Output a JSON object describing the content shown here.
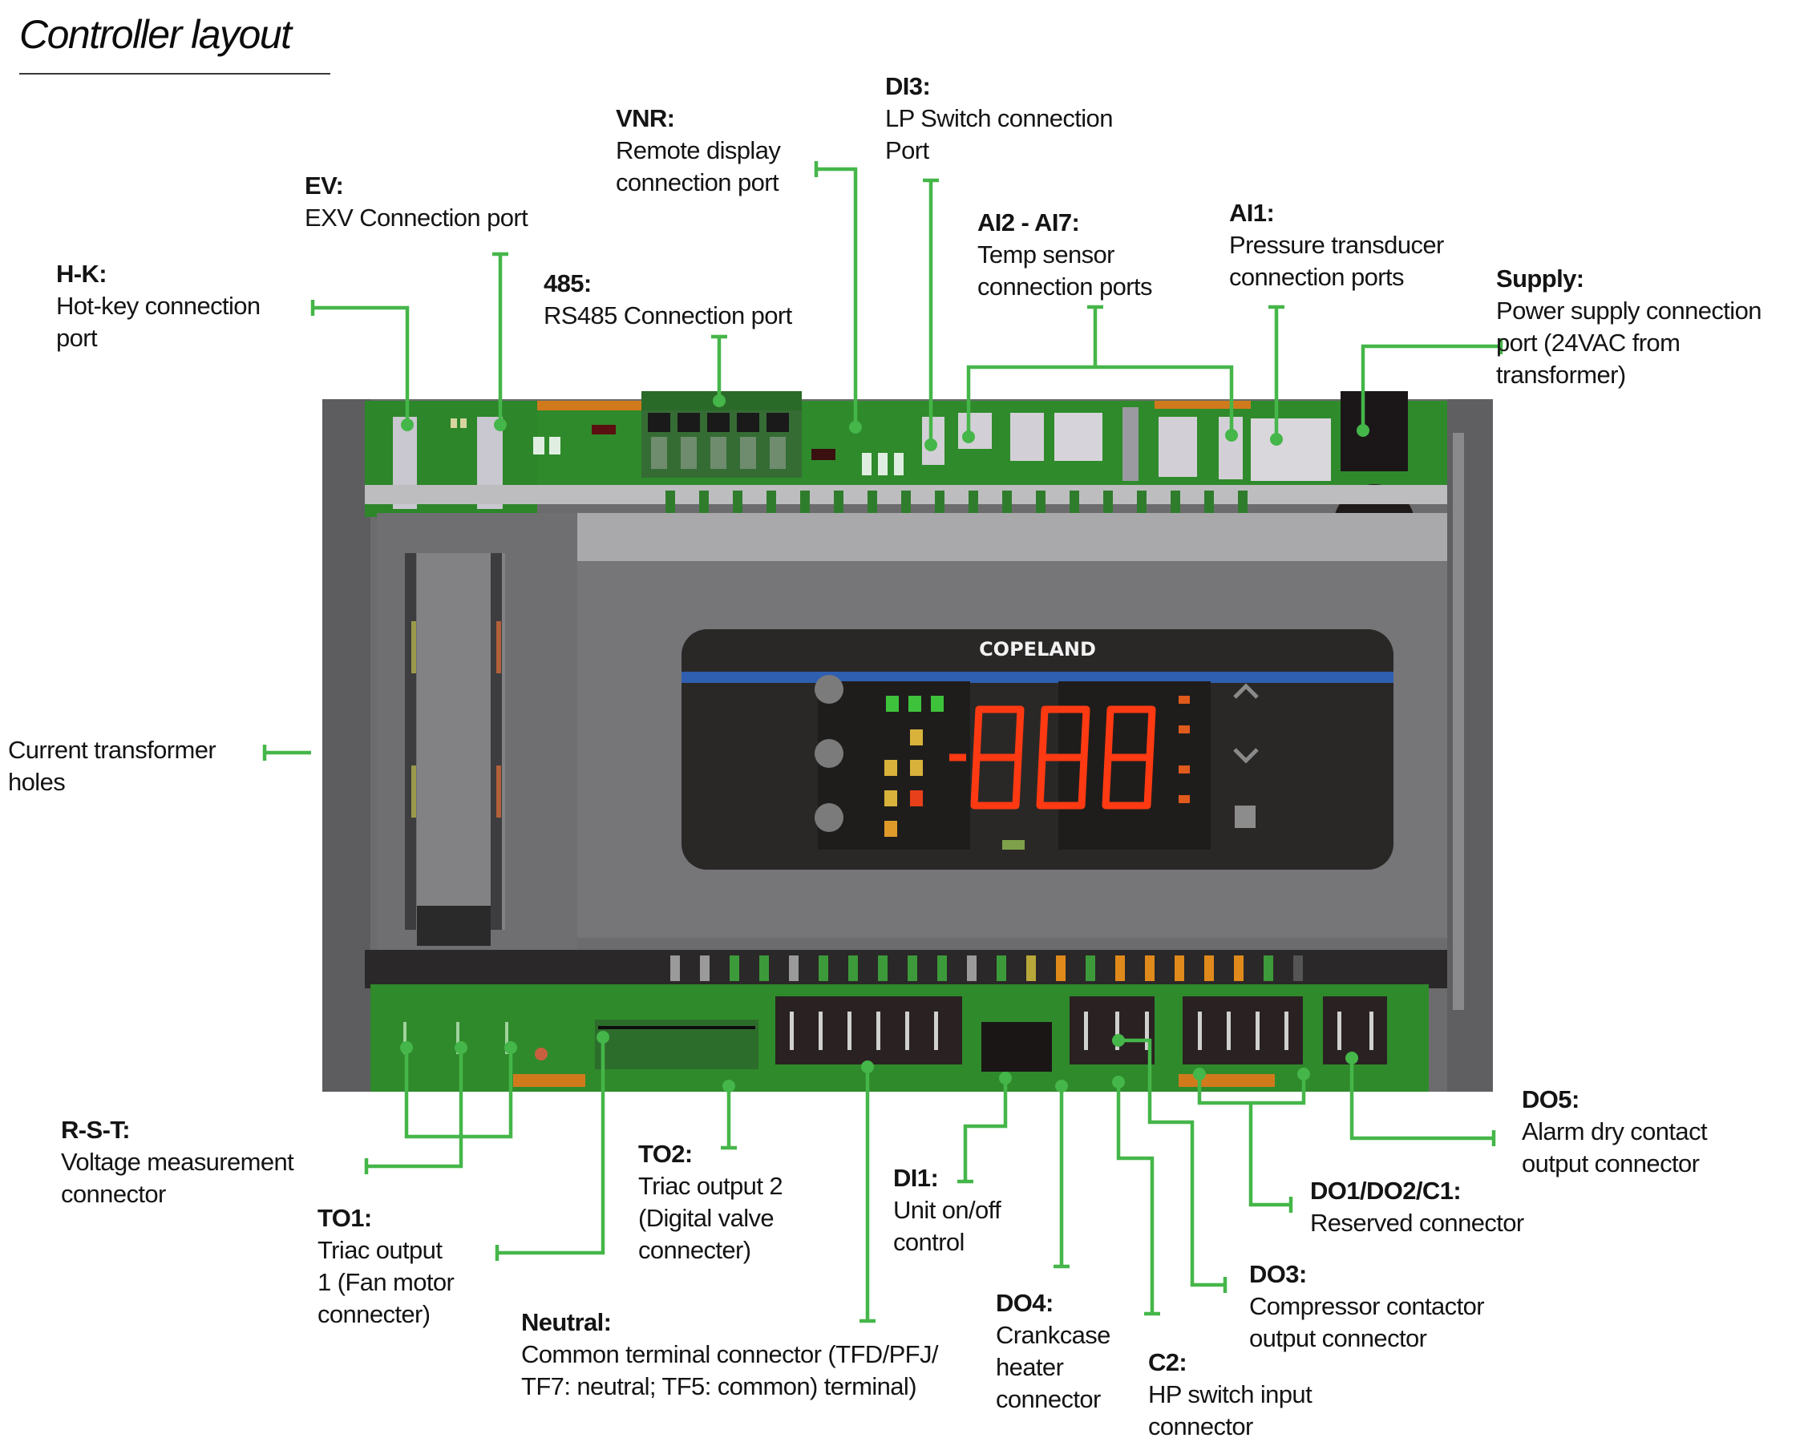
{
  "title": "Controller layout",
  "colors": {
    "leader": "#45b649",
    "pcb": "#2f8a2b",
    "pcb_dark": "#236d20",
    "housing": "#6e6e70",
    "housing_light": "#8f8f92",
    "housing_dark": "#3c3c3e",
    "display_bg": "#232220",
    "display_stripe": "#2f5fb0",
    "segment": "#ff3a12",
    "brand_text": "#f2f2f2"
  },
  "device": {
    "brand": "COPELAND",
    "display_readout": "-888",
    "status_leds": [
      "green",
      "green",
      "green",
      "yellow",
      "yellow",
      "yellow",
      "yellow",
      "red",
      "orange"
    ],
    "buttons": {
      "left": [
        "defrost-icon",
        "set-icon",
        "esc-icon"
      ],
      "right": [
        "up-arrow-icon",
        "down-arrow-icon",
        "menu-icon"
      ]
    }
  },
  "callouts": [
    {
      "id": "hk",
      "code": "H-K:",
      "desc": "Hot-key connection\nport"
    },
    {
      "id": "ev",
      "code": "EV:",
      "desc": "EXV Connection port"
    },
    {
      "id": "rs485",
      "code": "485:",
      "desc": "RS485 Connection port"
    },
    {
      "id": "vnr",
      "code": "VNR:",
      "desc": "Remote display\nconnection port"
    },
    {
      "id": "di3",
      "code": "DI3:",
      "desc": "LP Switch connection\nPort"
    },
    {
      "id": "ai27",
      "code": "AI2 - AI7:",
      "desc": "Temp sensor\nconnection ports"
    },
    {
      "id": "ai1",
      "code": "AI1:",
      "desc": "Pressure transducer\nconnection ports"
    },
    {
      "id": "supply",
      "code": "Supply:",
      "desc": "Power supply connection\nport (24VAC from\ntransformer)"
    },
    {
      "id": "ct",
      "code": "",
      "desc": "Current transformer\nholes"
    },
    {
      "id": "rst",
      "code": "R-S-T:",
      "desc": "Voltage measurement\nconnector"
    },
    {
      "id": "to1",
      "code": "TO1:",
      "desc": "Triac output\n1 (Fan motor\nconnecter)"
    },
    {
      "id": "to2",
      "code": "TO2:",
      "desc": "Triac output 2\n(Digital valve\nconnecter)"
    },
    {
      "id": "neutral",
      "code": "Neutral:",
      "desc": "Common terminal connector (TFD/PFJ/\nTF7: neutral; TF5: common) terminal)"
    },
    {
      "id": "di1",
      "code": "DI1:",
      "desc": "Unit on/off\ncontrol"
    },
    {
      "id": "do4",
      "code": "DO4:",
      "desc": "Crankcase\nheater\nconnector"
    },
    {
      "id": "c2",
      "code": "C2:",
      "desc": "HP switch input\nconnector"
    },
    {
      "id": "do3",
      "code": "DO3:",
      "desc": "Compressor contactor\noutput connector"
    },
    {
      "id": "do12c1",
      "code": "DO1/DO2/C1:",
      "desc": "Reserved connector"
    },
    {
      "id": "do5",
      "code": "DO5:",
      "desc": "Alarm dry contact\noutput connector"
    }
  ]
}
